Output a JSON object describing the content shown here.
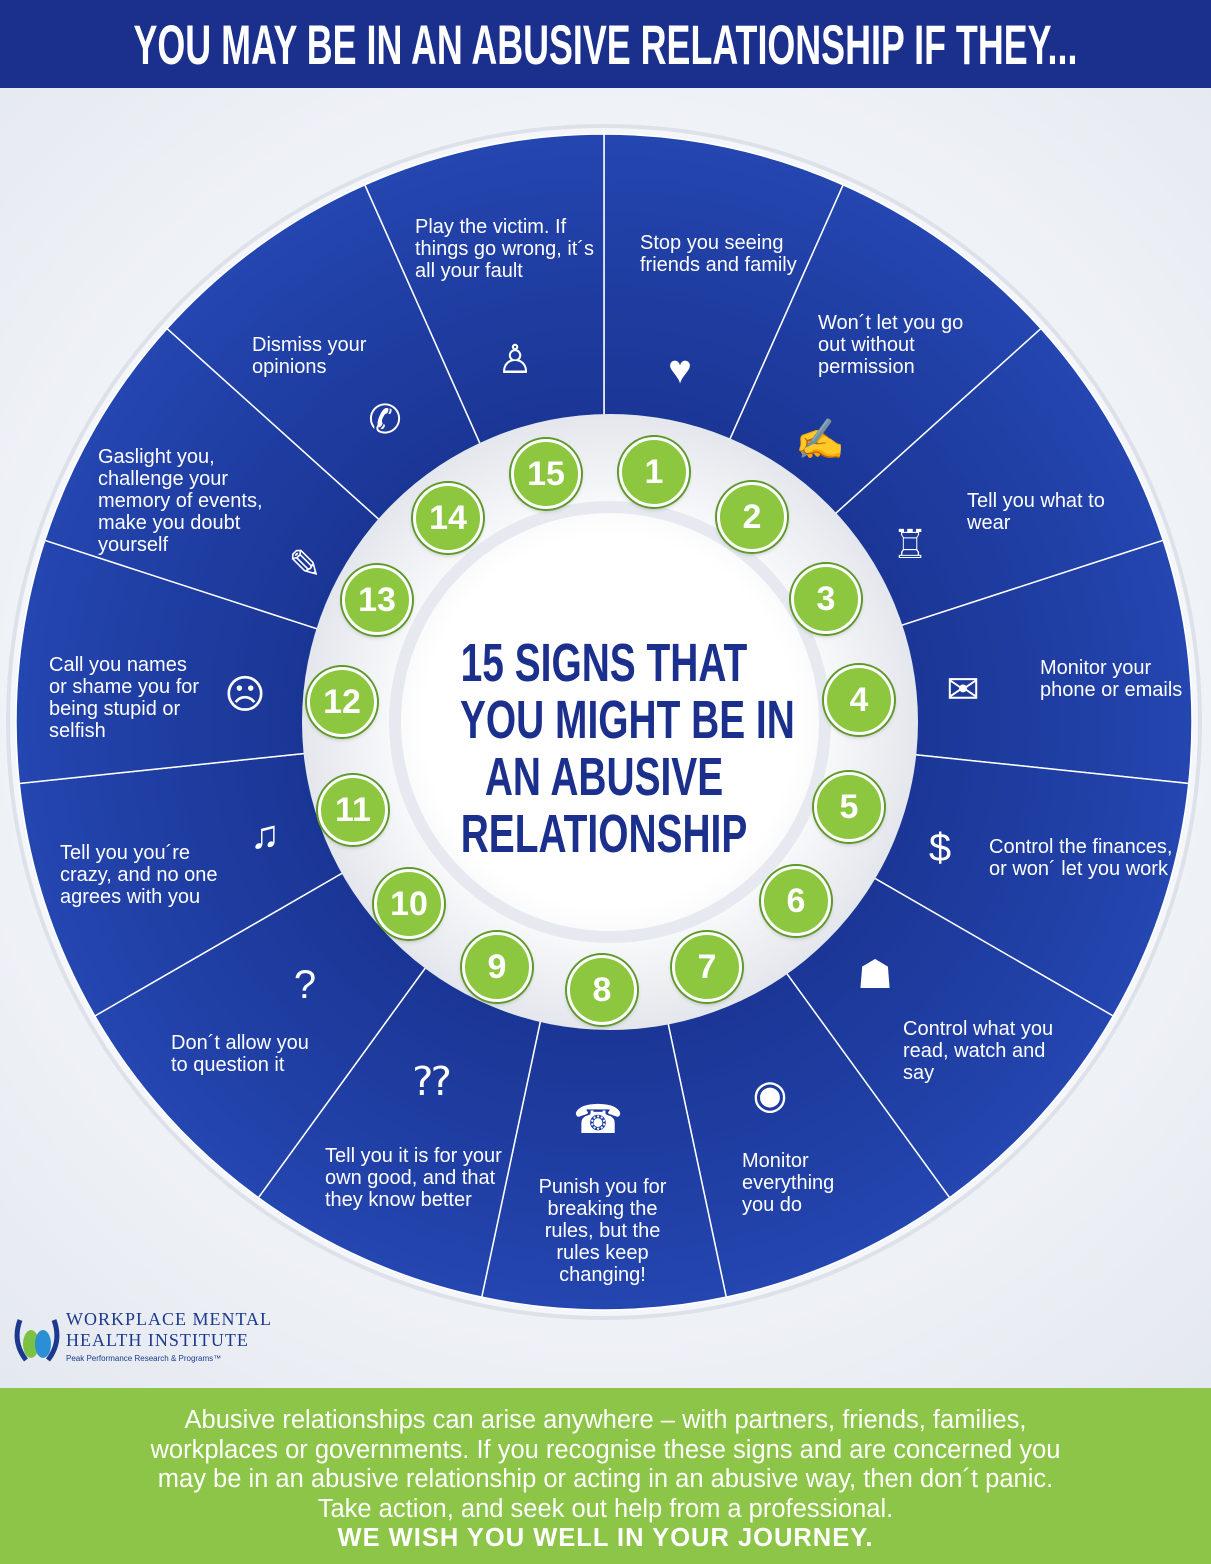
{
  "header": {
    "title": "YOU MAY BE IN AN ABUSIVE RELATIONSHIP IF THEY..."
  },
  "center": {
    "lines": [
      "15 SIGNS THAT",
      "YOU MIGHT BE IN",
      "AN ABUSIVE",
      "RELATIONSHIP"
    ]
  },
  "colors": {
    "navy": "#1b2f8c",
    "segment": "#1e3ea8",
    "green": "#8dc63f",
    "footer": "#8cc548"
  },
  "signs": [
    {
      "number": "1",
      "text": "Stop you seeing friends and family",
      "icon": "family-heart-icon"
    },
    {
      "number": "2",
      "text": "Won´t let you go out without permission",
      "icon": "document-stamp-icon"
    },
    {
      "number": "3",
      "text": "Tell you what to wear",
      "icon": "jacket-icon"
    },
    {
      "number": "4",
      "text": "Monitor your phone or emails",
      "icon": "computer-email-icon"
    },
    {
      "number": "5",
      "text": "Control the finances, or won´ let you work",
      "icon": "money-bag-icon"
    },
    {
      "number": "6",
      "text": "Control what you read, watch and say",
      "icon": "person-reading-icon"
    },
    {
      "number": "7",
      "text": "Monitor everything you do",
      "icon": "eye-surveillance-icon"
    },
    {
      "number": "8",
      "text": "Punish you for breaking the rules, but the rules keep changing!",
      "icon": "rules-phone-icon"
    },
    {
      "number": "9",
      "text": "Tell you it is for your own good, and that they know better",
      "icon": "conversation-icon"
    },
    {
      "number": "10",
      "text": "Don´t allow you to question it",
      "icon": "confused-person-icon"
    },
    {
      "number": "11",
      "text": "Tell you you´re crazy, and no one agrees with you",
      "icon": "dancing-people-icon"
    },
    {
      "number": "12",
      "text": "Call you names or shame you for being stupid or selfish",
      "icon": "ashamed-face-icon"
    },
    {
      "number": "13",
      "text": "Gaslight you, challenge your memory of events, make you doubt yourself",
      "icon": "puzzle-person-icon"
    },
    {
      "number": "14",
      "text": "Dismiss your opinions",
      "icon": "person-speech-icon"
    },
    {
      "number": "15",
      "text": "Play the victim. If things go wrong, it´s all your fault",
      "icon": "victim-group-icon"
    }
  ],
  "logo": {
    "line1": "WORKPLACE MENTAL",
    "line2": "HEALTH INSTITUTE",
    "tagline": "Peak Performance Research & Programs™"
  },
  "footer": {
    "lines": [
      "Abusive relationships can arise anywhere – with partners, friends, families,",
      "workplaces or governments. If you recognise these signs and are concerned you",
      "may be in an abusive relationship or acting in an abusive way, then don´t panic.",
      "Take action, and seek out help from a professional."
    ],
    "closing": "WE WISH YOU WELL IN YOUR JOURNEY."
  }
}
